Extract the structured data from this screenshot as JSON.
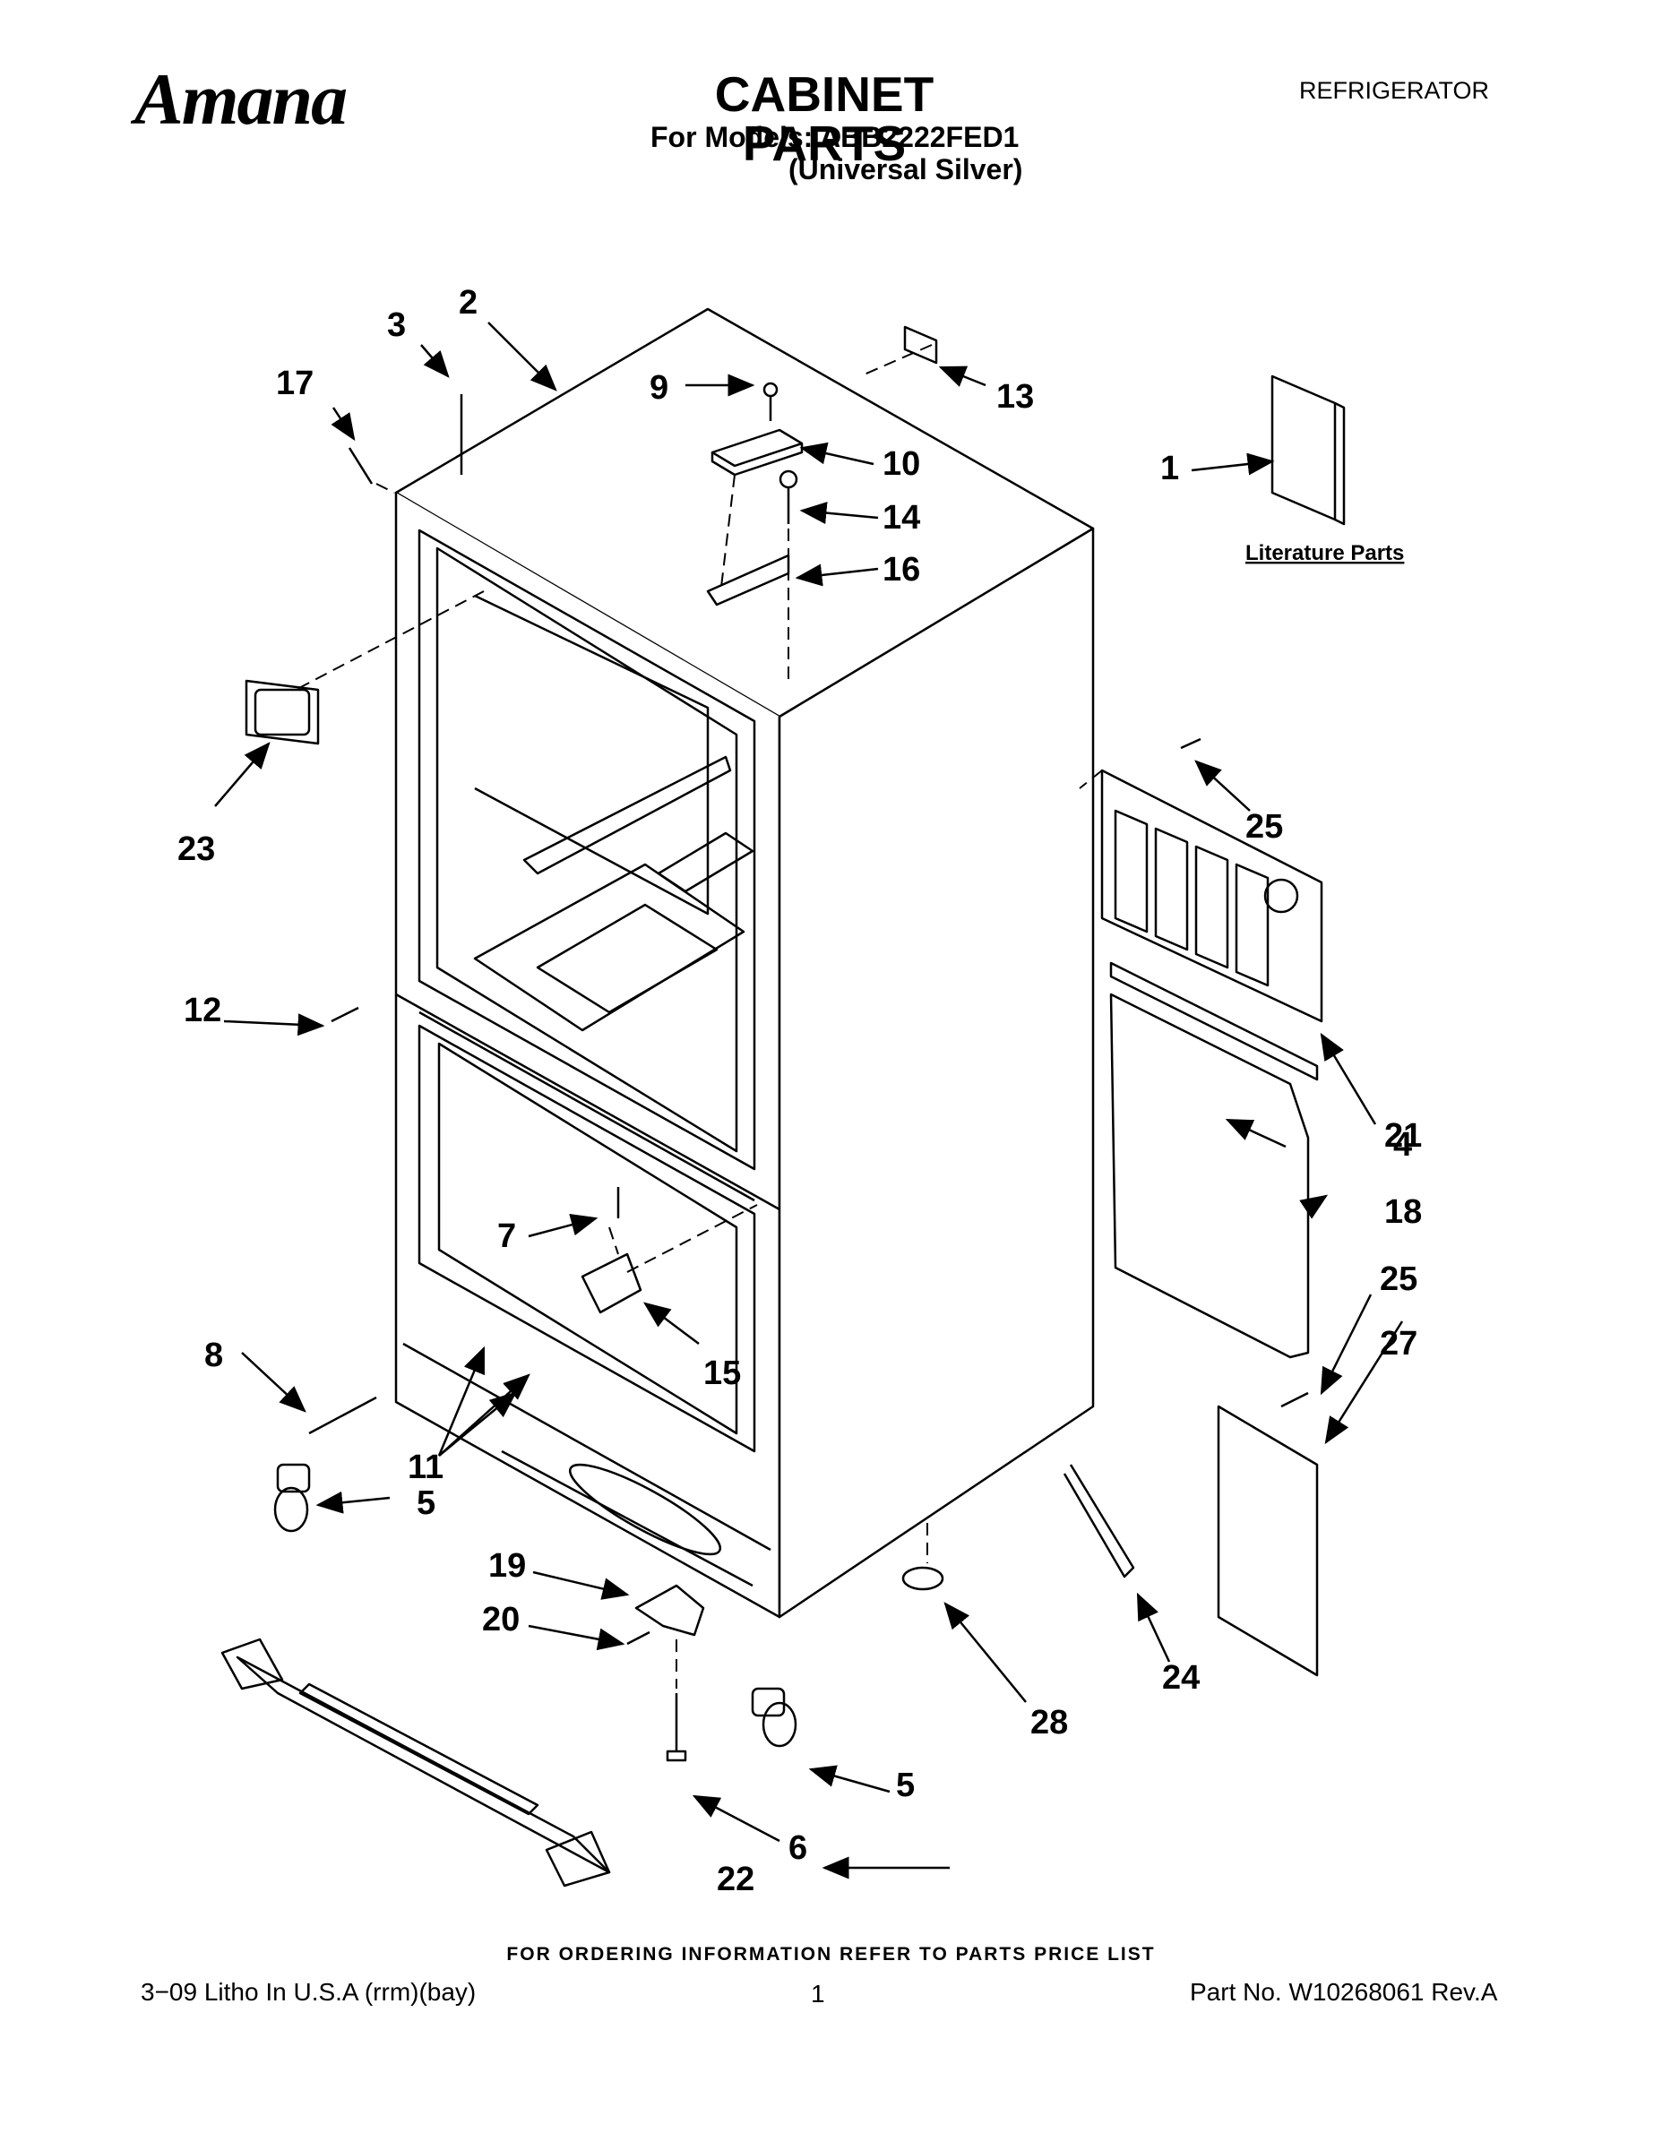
{
  "header": {
    "brand": "Amana",
    "title": "CABINET PARTS",
    "models_line": "For Models: ABB2222FED1",
    "color_line": "(Universal Silver)",
    "category": "REFRIGERATOR"
  },
  "diagram": {
    "literature_label": "Literature Parts",
    "callouts": [
      "1",
      "2",
      "3",
      "4",
      "5",
      "5",
      "6",
      "7",
      "8",
      "9",
      "10",
      "11",
      "12",
      "13",
      "14",
      "15",
      "16",
      "17",
      "18",
      "19",
      "20",
      "21",
      "22",
      "23",
      "24",
      "25",
      "25",
      "27",
      "28"
    ]
  },
  "footer": {
    "ordering_note": "FOR ORDERING INFORMATION REFER TO PARTS PRICE LIST",
    "litho": "3−09 Litho In U.S.A (rrm)(bay)",
    "page_number": "1",
    "part_number": "Part No. W10268061 Rev.A"
  }
}
